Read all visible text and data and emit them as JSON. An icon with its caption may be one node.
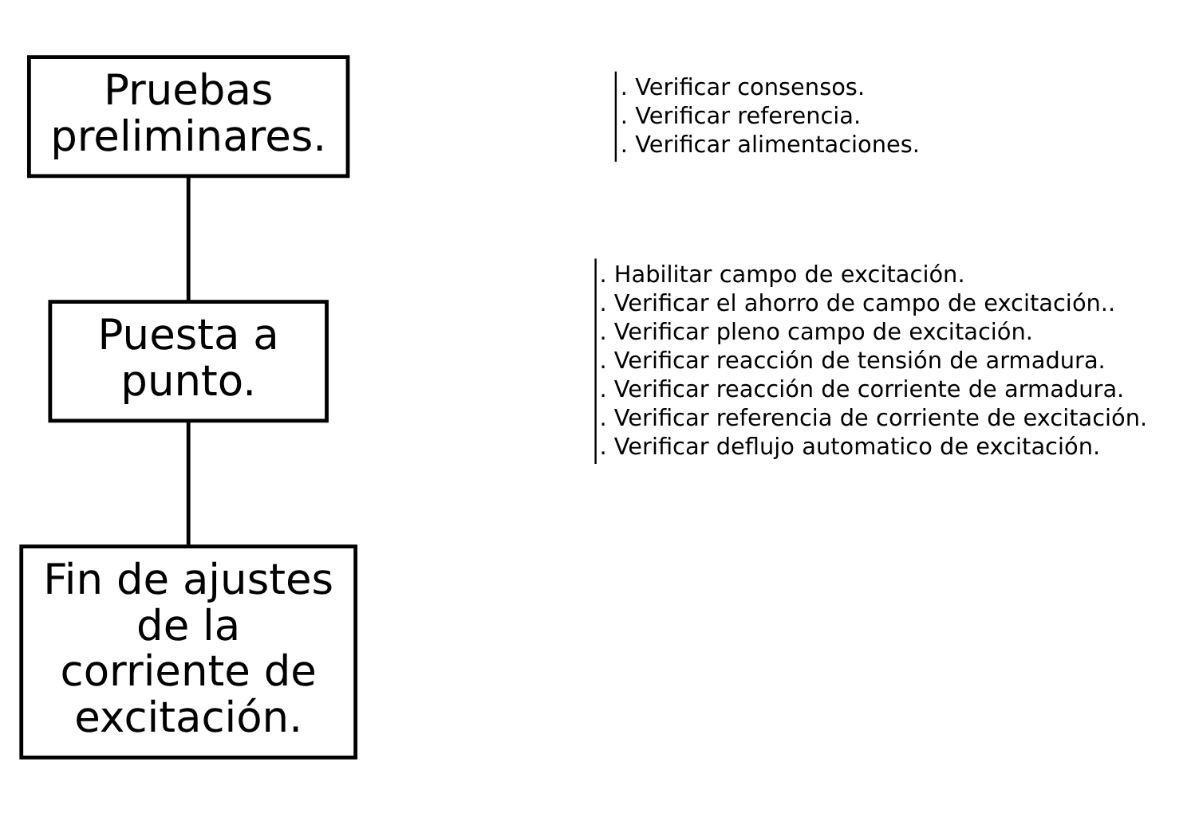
{
  "diagram": {
    "nodes": [
      {
        "text": [
          "Pruebas preliminares."
        ],
        "beside": [
          ". Verificar consensos.",
          ". Verificar referencia.",
          ". Verificar alimentaciones."
        ]
      },
      {
        "text": [
          "Puesta a punto."
        ],
        "beside": [
          ". Habilitar campo de excitación.",
          ". Verificar el ahorro de campo de excitación..",
          ". Verificar pleno campo de excitación.",
          ". Verificar reacción de tensión de armadura.",
          ". Verificar reacción de corriente de armadura.",
          ". Verificar referencia de corriente de excitación.",
          ". Verificar deflujo automatico de excitación."
        ]
      },
      {
        "text": [
          "Fin de ajustes de la corriente de excitación."
        ]
      }
    ],
    "edges": [
      {
        "from": 0,
        "to": 1,
        "arrow": "none"
      },
      {
        "from": 1,
        "to": 2,
        "arrow": "none"
      }
    ]
  }
}
